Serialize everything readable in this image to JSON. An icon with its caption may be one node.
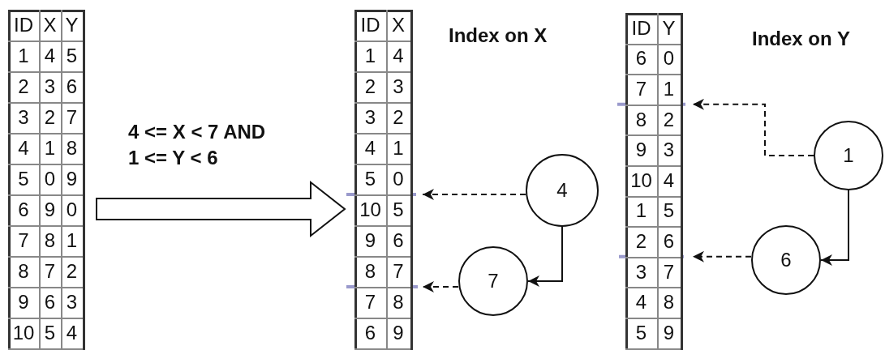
{
  "diagram": {
    "nodes": [
      {
        "text": [
          "ID",
          "X",
          "Y",
          "1",
          "4",
          "5",
          "2",
          "3",
          "6",
          "3",
          "2",
          "7",
          "4",
          "1",
          "8",
          "5",
          "0",
          "9",
          "6",
          "9",
          "0",
          "7",
          "8",
          "1",
          "8",
          "7",
          "2",
          "9",
          "6",
          "3",
          "10",
          "5",
          "4"
        ]
      },
      {
        "text": [
          "ID",
          "X",
          "1",
          "4",
          "2",
          "3",
          "3",
          "2",
          "4",
          "1",
          "5",
          "0",
          "10",
          "5",
          "9",
          "6",
          "8",
          "7",
          "7",
          "8",
          "6",
          "9"
        ]
      },
      {
        "text": [
          "ID",
          "Y",
          "6",
          "0",
          "7",
          "1",
          "8",
          "2",
          "9",
          "3",
          "10",
          "4",
          "1",
          "5",
          "2",
          "6",
          "3",
          "7",
          "4",
          "8",
          "5",
          "9"
        ]
      },
      {
        "text": [
          "4"
        ]
      },
      {
        "text": [
          "7"
        ]
      },
      {
        "text": [
          "1"
        ]
      },
      {
        "text": [
          "6"
        ]
      }
    ],
    "edges": [
      {
        "from": 0,
        "to": 1,
        "arrow": "to"
      },
      {
        "from": 3,
        "to": 1,
        "arrow": "to",
        "style": "dashed"
      },
      {
        "from": 4,
        "to": 1,
        "arrow": "to",
        "style": "dashed"
      },
      {
        "from": 3,
        "to": 4,
        "arrow": "to"
      },
      {
        "from": 5,
        "to": 2,
        "arrow": "to",
        "style": "dashed"
      },
      {
        "from": 6,
        "to": 2,
        "arrow": "to",
        "style": "dashed"
      },
      {
        "from": 5,
        "to": 6,
        "arrow": "to"
      }
    ],
    "labels": [
      "Index on X",
      "Index on Y",
      "4 <= X < 7 AND 1 <= Y < 6"
    ]
  }
}
